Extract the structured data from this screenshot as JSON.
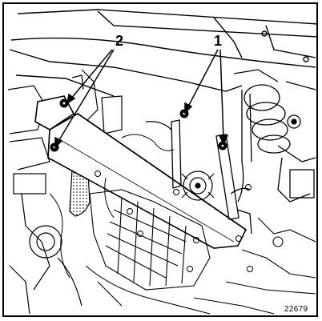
{
  "diagram": {
    "callouts": {
      "label_1": "1",
      "label_2": "2"
    },
    "reference_number": "22679",
    "colors": {
      "ink": "#000000",
      "paper": "#ffffff"
    }
  }
}
